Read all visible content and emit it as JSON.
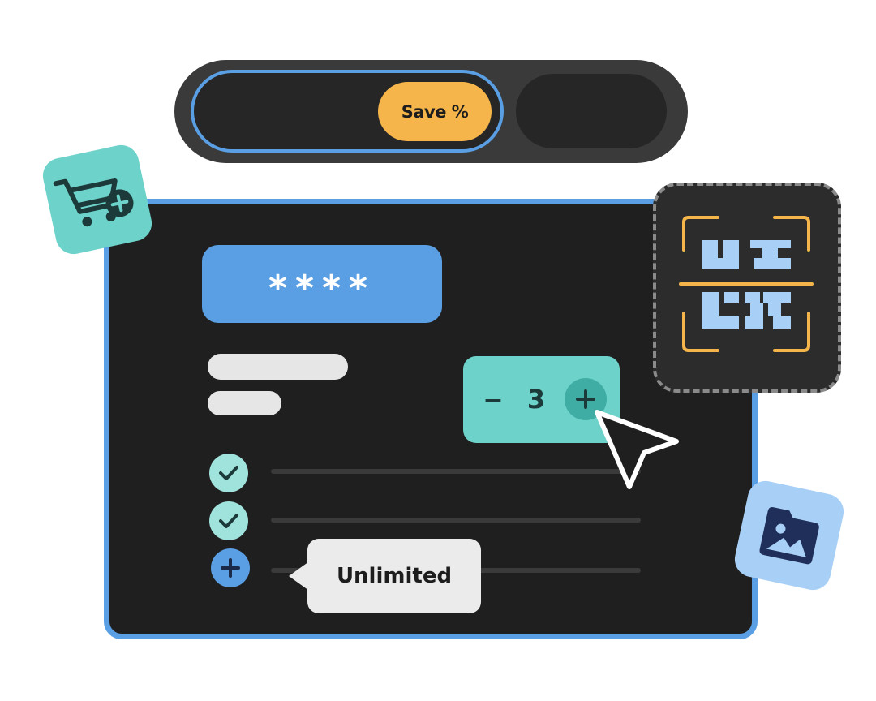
{
  "pricing_toggle": {
    "save_label": "Save %"
  },
  "form": {
    "password_mask": "****"
  },
  "quantity_stepper": {
    "minus_symbol": "−",
    "value": "3",
    "plus_symbol": "+"
  },
  "features": {
    "items": [
      {
        "status": "included",
        "icon": "checkmark-icon"
      },
      {
        "status": "included",
        "icon": "checkmark-icon"
      },
      {
        "status": "add",
        "icon": "plus-icon"
      }
    ],
    "tooltip_label": "Unlimited"
  },
  "floating_icons": {
    "cart": "shopping-cart-add-icon",
    "scanner": "qr-code-scan-icon",
    "image": "image-folder-icon"
  },
  "colors": {
    "accent_blue": "#5a9fe3",
    "accent_teal": "#6dd2ca",
    "accent_orange": "#f5b54a",
    "window_bg": "#1f1f1f"
  }
}
